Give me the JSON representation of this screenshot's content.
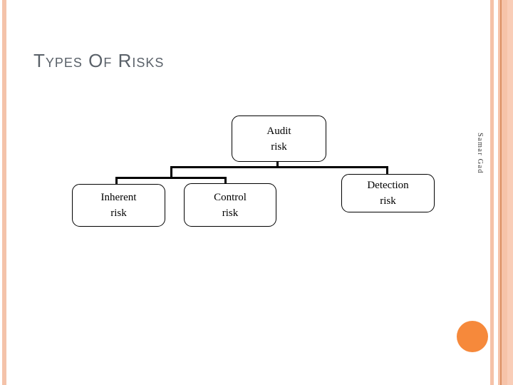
{
  "slide": {
    "title": "Types Of Risks",
    "author_sidebar": "Samar Gad"
  },
  "diagram": {
    "type": "hierarchy",
    "root": {
      "id": "audit-risk",
      "line1": "Audit",
      "line2": "risk"
    },
    "children": [
      {
        "id": "inherent-risk",
        "line1": "Inherent",
        "line2": "risk"
      },
      {
        "id": "control-risk",
        "line1": "Control",
        "line2": "risk"
      },
      {
        "id": "detection-risk",
        "line1": "Detection",
        "line2": "risk"
      }
    ]
  },
  "colors": {
    "background": "#FFFFFF",
    "title_text": "#5A6169",
    "node_border": "#000000",
    "node_text": "#000000",
    "connector": "#000000",
    "edge_stripe_salmon": "#F5C2A8",
    "edge_stripe_dark_accent": "#DB9064",
    "accent_circle": "#F6893B",
    "author_text": "#3A3A3A"
  }
}
